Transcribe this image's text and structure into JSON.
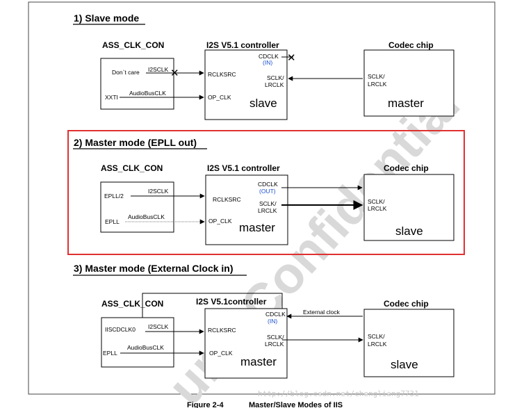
{
  "watermark": "ung Confidential",
  "url_watermark": "http://blog.csdn.net/chengliang7731",
  "caption": {
    "figure": "Figure 2-4",
    "title": "Master/Slave Modes of IIS"
  },
  "colors": {
    "highlight_border": "#e03030",
    "cross": "#e02020",
    "in_out_text": "#1a4fd0"
  },
  "sections": [
    {
      "title": "1) Slave mode",
      "ass_header": "ASS_CLK_CON",
      "ctrl_header": "I2S V5.1 controller",
      "codec_header": "Codec chip",
      "ass_in1": "Don`t care",
      "ass_sig1": "I2SCLK",
      "ass_in2": "XXTI",
      "ass_sig2": "AudioBusCLK",
      "rclk": "RCLKSRC",
      "opclk": "OP_CLK",
      "cdclk": "CDCLK",
      "cdclk_dir": "(IN)",
      "sclk": "SCLK/",
      "lrclk": "LRCLK",
      "ctrl_mode": "slave",
      "codec_sclk": "SCLK/",
      "codec_lrclk": "LRCLK",
      "codec_mode": "master"
    },
    {
      "title": "2) Master mode (EPLL out)",
      "ass_header": "ASS_CLK_CON",
      "ctrl_header": "I2S V5.1 controller",
      "codec_header": "Codec chip",
      "ass_in1": "EPLL/2",
      "ass_sig1": "I2SCLK",
      "ass_in2": "EPLL",
      "ass_sig2": "AudioBusCLK",
      "rclk": "RCLKSRC",
      "opclk": "OP_CLK",
      "cdclk": "CDCLK",
      "cdclk_dir": "(OUT)",
      "sclk": "SCLK/",
      "lrclk": "LRCLK",
      "ctrl_mode": "master",
      "codec_sclk": "SCLK/",
      "codec_lrclk": "LRCLK",
      "codec_mode": "slave"
    },
    {
      "title": "3) Master mode (External Clock in)",
      "ass_header": "ASS_CLK_CON",
      "ctrl_header": "I2S V5.1controller",
      "codec_header": "Codec chip",
      "ass_in1": "IISCDCLK0",
      "ass_sig1": "I2SCLK",
      "ass_in2": "EPLL",
      "ass_sig2": "AudioBusCLK",
      "rclk": "RCLKSRC",
      "opclk": "OP_CLK",
      "cdclk": "CDCLK",
      "cdclk_dir": "(IN)",
      "ext_clock": "External clock",
      "sclk": "SCLK/",
      "lrclk": "LRCLK",
      "ctrl_mode": "master",
      "codec_sclk": "SCLK/",
      "codec_lrclk": "LRCLK",
      "codec_mode": "slave"
    }
  ]
}
